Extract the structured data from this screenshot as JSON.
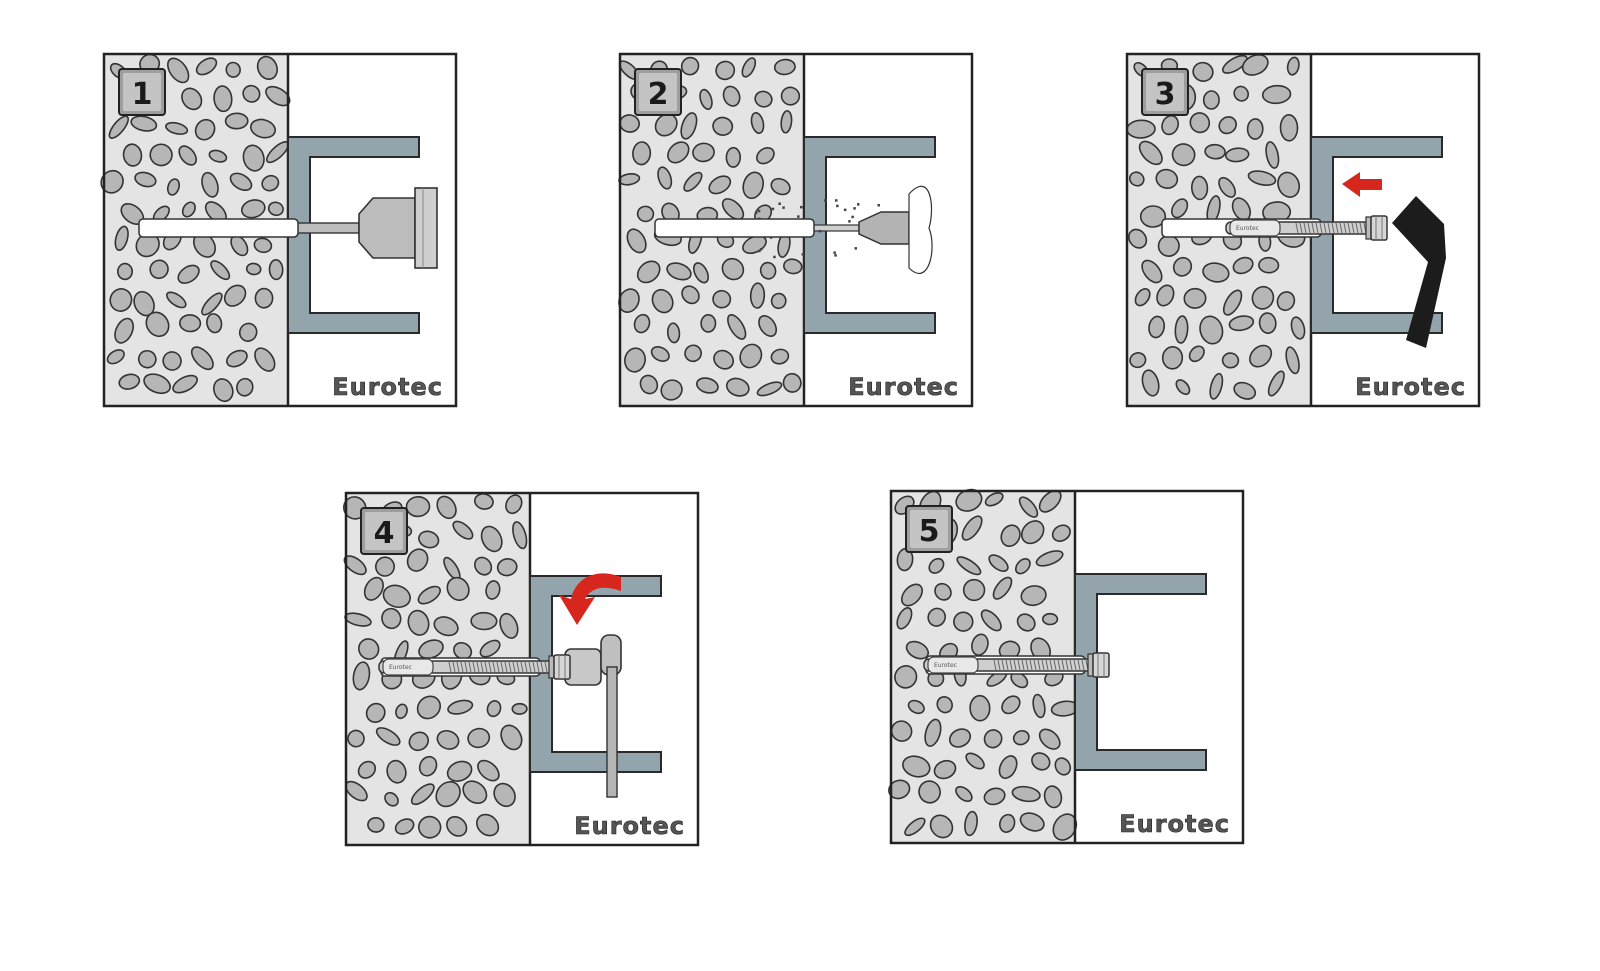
{
  "brand_color": "#555555",
  "concrete_color": "#e4e4e4",
  "stone_color": "#b6b6b6",
  "channel_color": "#93a4ad",
  "arrow_color": "#d7261e",
  "tool_color": "#1c1c1c",
  "steps": [
    {
      "number": "1",
      "action": "drill",
      "brand": "Eurotec",
      "icon": "drill-icon"
    },
    {
      "number": "2",
      "action": "blow-out",
      "brand": "Eurotec",
      "icon": "blower-icon"
    },
    {
      "number": "3",
      "action": "insert",
      "brand": "Eurotec",
      "icon": "hammer-icon"
    },
    {
      "number": "4",
      "action": "tighten",
      "brand": "Eurotec",
      "icon": "wrench-icon"
    },
    {
      "number": "5",
      "action": "installed",
      "brand": "Eurotec",
      "icon": "anchor-bolt-icon"
    }
  ],
  "anchor_label": "Eurotec"
}
